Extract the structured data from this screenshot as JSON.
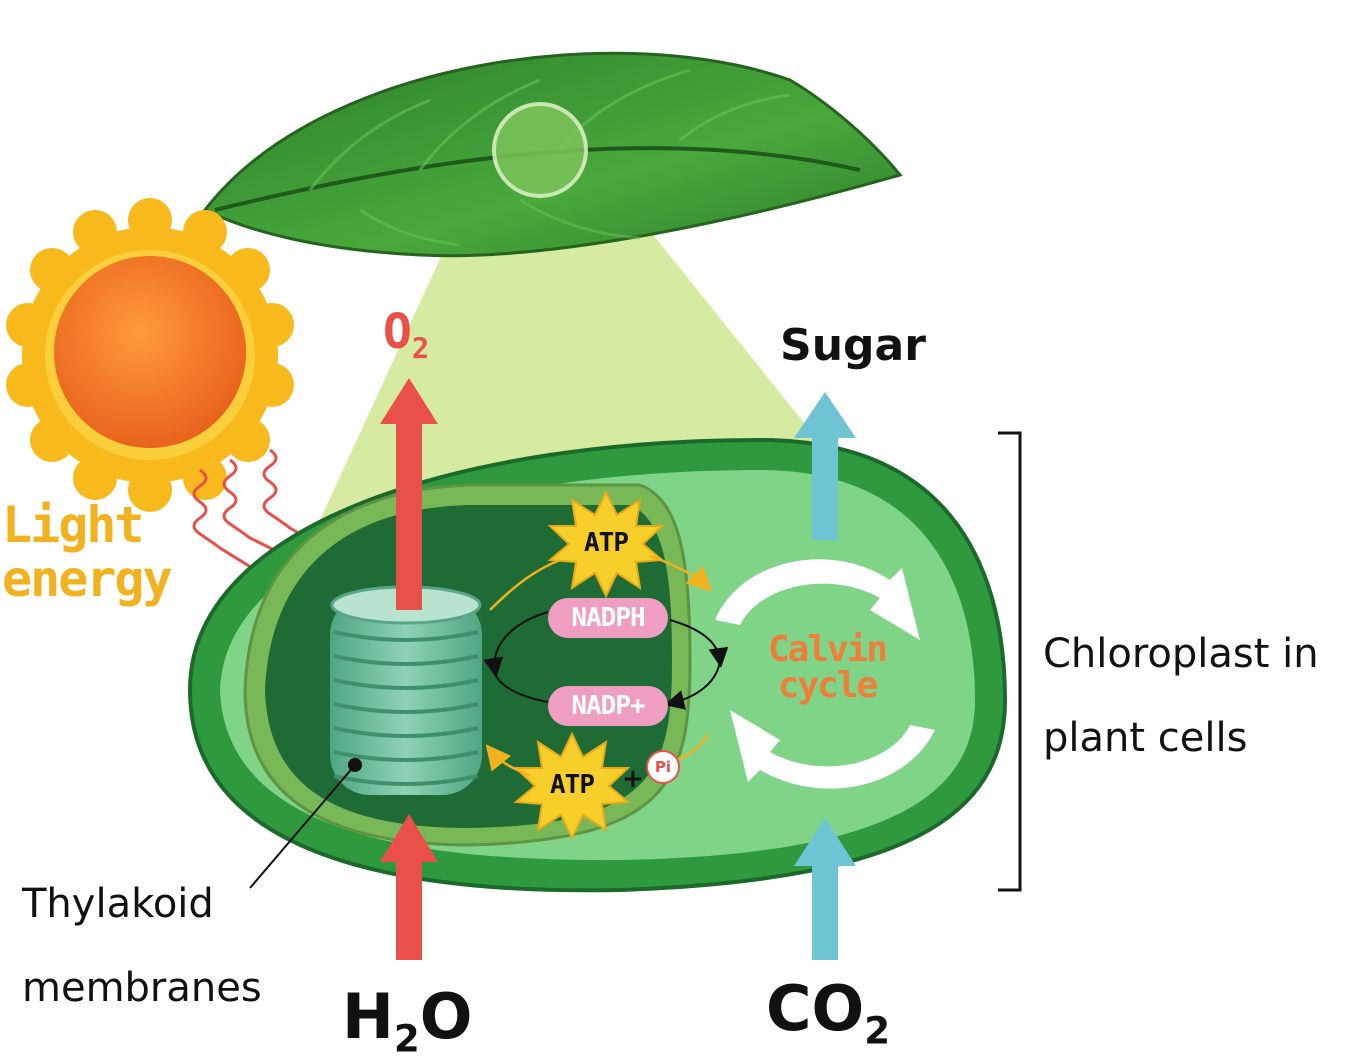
{
  "labels": {
    "light_energy_line1": "Light",
    "light_energy_line2": "energy",
    "o2_main": "O",
    "o2_sub": "2",
    "sugar": "Sugar",
    "chloroplast_line1": "Chloroplast in",
    "chloroplast_line2": "plant cells",
    "calvin_line1": "Calvin",
    "calvin_line2": "cycle",
    "thylakoid_line1": "Thylakoid",
    "thylakoid_line2": "membranes",
    "h2o_a": "H",
    "h2o_sub": "2",
    "h2o_b": "O",
    "co2_a": "CO",
    "co2_sub": "2",
    "atp_top": "ATP",
    "atp_bottom": "ATP",
    "nadph": "NADPH",
    "nadp_plus": "NADP+",
    "plus": "+",
    "pi": "Pi"
  },
  "colors": {
    "leaf_dark": "#2f8a2e",
    "leaf_light": "#5db94a",
    "chloroplast_outer": "#2f9a3d",
    "chloroplast_inner": "#1f6b35",
    "stroma_light": "#7fd487",
    "o2_arrow": "#e9504a",
    "sugar_arrow": "#6ec4d2",
    "sun": "#f07d25",
    "sun_rays": "#f8b91c",
    "atp_star": "#f8cf2a",
    "pill": "#ef9ec2"
  }
}
